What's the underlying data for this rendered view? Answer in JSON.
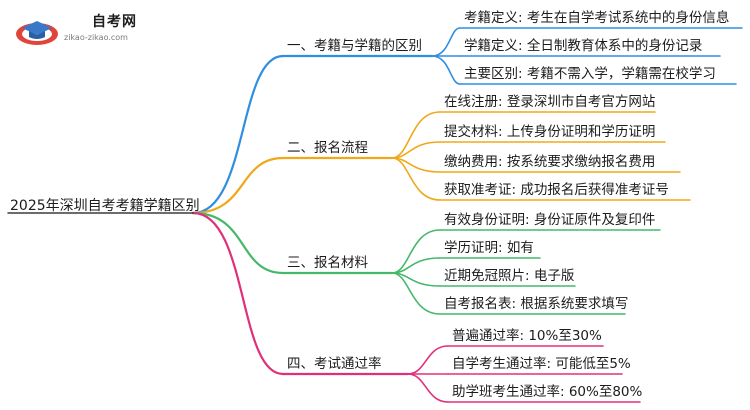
{
  "brand": {
    "name": "自考网",
    "url": "zikao-zikao.com"
  },
  "root": "2025年深圳自考考籍学籍区别",
  "branches": [
    {
      "label": "一、考籍与学籍的区别",
      "color": "#2f8ee0",
      "leaves": [
        "考籍定义: 考生在自学考试系统中的身份信息",
        "学籍定义: 全日制教育体系中的身份记录",
        "主要区别: 考籍不需入学，学籍需在校学习"
      ]
    },
    {
      "label": "二、报名流程",
      "color": "#f0a81a",
      "leaves": [
        "在线注册: 登录深圳市自考官方网站",
        "提交材料: 上传身份证明和学历证明",
        "缴纳费用: 按系统要求缴纳报名费用",
        "获取准考证: 成功报名后获得准考证号"
      ]
    },
    {
      "label": "三、报名材料",
      "color": "#45b86a",
      "leaves": [
        "有效身份证明: 身份证原件及复印件",
        "学历证明: 如有",
        "近期免冠照片: 电子版",
        "自考报名表: 根据系统要求填写"
      ]
    },
    {
      "label": "四、考试通过率",
      "color": "#e0307a",
      "leaves": [
        "普遍通过率: 10%至30%",
        "自学考生通过率: 可能低至5%",
        "助学班考生通过率: 60%至80%"
      ]
    }
  ]
}
